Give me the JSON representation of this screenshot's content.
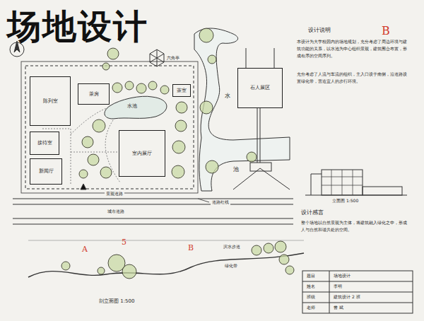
{
  "diagram": {
    "title": "场地设计",
    "nodes": [
      {
        "text": [
          "陈列室"
        ]
      },
      {
        "text": [
          "茶房"
        ]
      },
      {
        "text": [
          "茶室"
        ]
      },
      {
        "text": [
          "接待室"
        ]
      },
      {
        "text": [
          "新闻厅"
        ]
      },
      {
        "text": [
          "室内展厅"
        ]
      },
      {
        "text": [
          "石人展区"
        ]
      }
    ],
    "labels": [
      "B",
      "设计说明",
      "本设计为大学校园内的场地规划，充分考虑了周边环境与建筑功能的关系，以水池为中心组织景观，建筑围合布置，形成有序的空间序列。",
      "充分考虑了人流与车流的组织，主入口设于南侧，沿道路设置绿化带，营造宜人的步行环境。",
      "水池",
      "水",
      "池",
      "景观道路",
      "道路红线",
      "城市道路",
      "六角亭",
      "立面图 1:500",
      "设计感言",
      "整个场地以自然景观为主体，将建筑融入绿化之中，形成人与自然和谐共处的空间。",
      "A",
      "5",
      "B",
      "滨水步道",
      "绿化带",
      "剖立面图 1:500",
      "题目",
      "场地设计",
      "姓名",
      "李明",
      "班级",
      "建筑设计 2 班",
      "老师",
      "曾 斌"
    ]
  }
}
